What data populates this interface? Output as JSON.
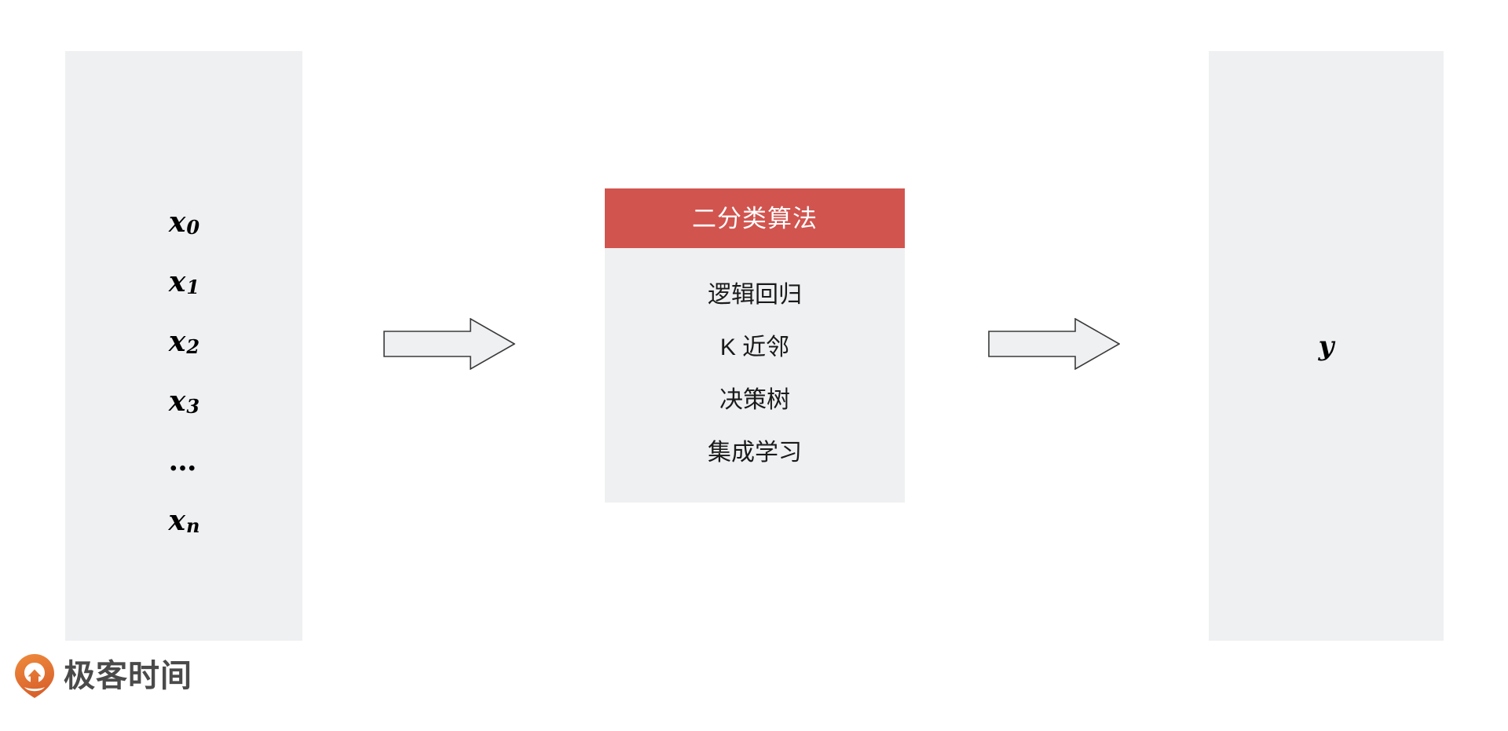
{
  "colors": {
    "panel_background": "#eff0f2",
    "header_red": "#d1544f",
    "header_text": "#ffffff",
    "arrow_fill": "#eff0f2",
    "arrow_stroke": "#3a3a3a",
    "brand_orange": "#e8833a",
    "brand_text": "#4a4a4a",
    "page_background": "#ffffff"
  },
  "input": {
    "variables": [
      {
        "base": "x",
        "sub": "0"
      },
      {
        "base": "x",
        "sub": "1"
      },
      {
        "base": "x",
        "sub": "2"
      },
      {
        "base": "x",
        "sub": "3"
      }
    ],
    "ellipsis": "…",
    "last_variable": {
      "base": "x",
      "sub": "n"
    }
  },
  "arrows": [
    {
      "name": "arrow-input-to-model",
      "direction": "right"
    },
    {
      "name": "arrow-model-to-output",
      "direction": "right"
    }
  ],
  "model": {
    "title": "二分类算法",
    "algorithms": [
      "逻辑回归",
      "K 近邻",
      "决策树",
      "集成学习"
    ]
  },
  "output": {
    "variable": "y"
  },
  "brand": {
    "name": "极客时间",
    "logo_icon": "geektime-pin-icon"
  },
  "chart_data": {
    "type": "diagram",
    "title": "二分类算法",
    "flow": [
      {
        "stage": "input",
        "label": "x0, x1, x2, x3, …, xn"
      },
      {
        "stage": "model",
        "label": "二分类算法",
        "items": [
          "逻辑回归",
          "K 近邻",
          "决策树",
          "集成学习"
        ]
      },
      {
        "stage": "output",
        "label": "y"
      }
    ]
  }
}
